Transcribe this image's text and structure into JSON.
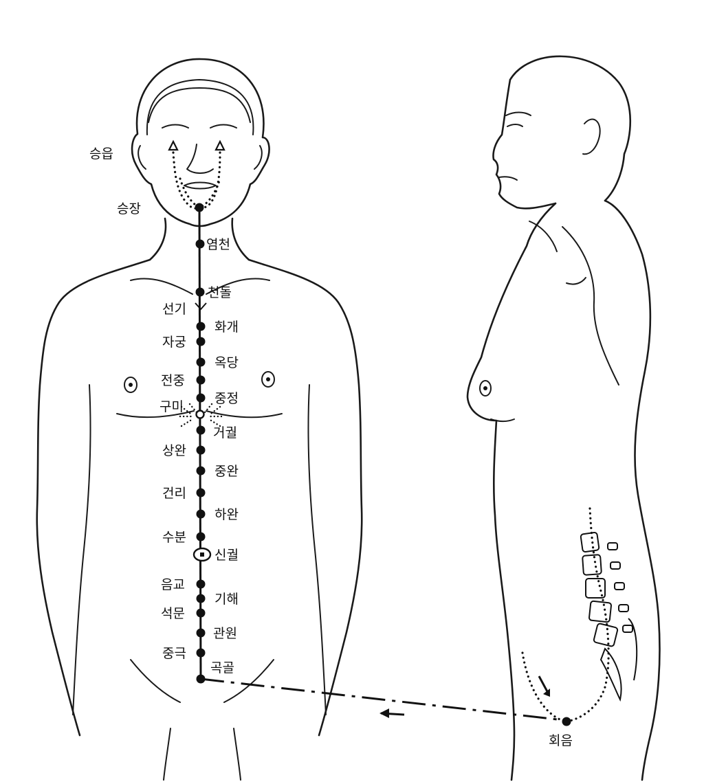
{
  "colors": {
    "ink": "#111111",
    "background": "#ffffff"
  },
  "labels": {
    "seungeup": "승읍",
    "seungjang": "승장",
    "yeomcheon": "염천",
    "cheondol": "천돌",
    "seongi": "선기",
    "hwagae": "화개",
    "jagung": "자궁",
    "okdang": "옥당",
    "jeonjung": "전중",
    "jungjeong": "중정",
    "gumi": "구미",
    "geogwol": "거궐",
    "sangwan": "상완",
    "jungwan": "중완",
    "geonri": "건리",
    "hawan": "하완",
    "subun": "수분",
    "singwol": "신궐",
    "eumgyo": "음교",
    "gihae": "기해",
    "seongmun": "석문",
    "gwanwon": "관원",
    "junggeuk": "중극",
    "gokgol": "곡골",
    "hoeeum": "회음"
  }
}
